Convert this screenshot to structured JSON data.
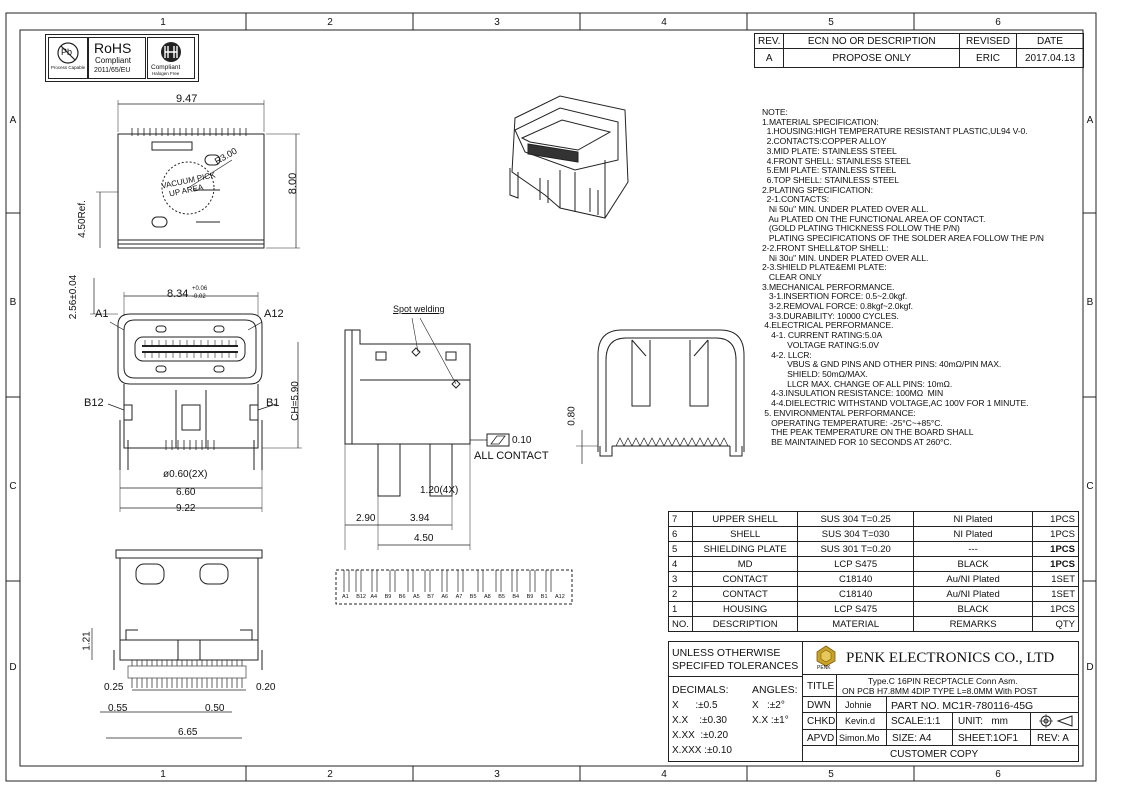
{
  "frame": {
    "columns": [
      "1",
      "2",
      "3",
      "4",
      "5",
      "6"
    ],
    "rows": [
      "A",
      "B",
      "C",
      "D"
    ]
  },
  "badges": {
    "pb": "Pb",
    "pb_caption": "Process Capable",
    "rohs_title": "RoHS",
    "rohs_line2": "Compliant",
    "rohs_line3": "2011/65/EU",
    "halogen_line1": "Compliant",
    "halogen_line2": "Halogen Free"
  },
  "revision_table": {
    "headers": [
      "REV.",
      "ECN NO OR DESCRIPTION",
      "REVISED",
      "DATE"
    ],
    "row": [
      "A",
      "PROPOSE ONLY",
      "ERIC",
      "2017.04.13"
    ]
  },
  "notes": [
    "NOTE:",
    "1.MATERIAL SPECIFICATION:",
    "  1.HOUSING:HIGH TEMPERATURE RESISTANT PLASTIC,UL94 V-0.",
    "  2.CONTACTS:COPPER ALLOY",
    "  3.MID PLATE: STAINLESS STEEL",
    "  4.FRONT SHELL: STAINLESS STEEL",
    "  5.EMI PLATE: STAINLESS STEEL",
    "  6.TOP SHELL: STAINLESS STEEL",
    "2.PLATING SPECIFICATION:",
    "  2-1.CONTACTS:",
    "   Ni 50u\" MIN. UNDER PLATED OVER ALL.",
    "   Au PLATED ON THE FUNCTIONAL AREA OF CONTACT.",
    "   (GOLD PLATING THICKNESS FOLLOW THE P/N)",
    "   PLATING SPECIFICATIONS OF THE SOLDER AREA FOLLOW THE P/N",
    "2-2.FRONT SHELL&TOP SHELL:",
    "   Ni 30u\" MIN. UNDER PLATED OVER ALL.",
    "2-3.SHIELD PLATE&EMI PLATE:",
    "   CLEAR ONLY",
    "3.MECHANICAL PERFORMANCE.",
    "   3-1.INSERTION FORCE: 0.5~2.0kgf.",
    "   3-2.REMOVAL FORCE: 0.8kgf~2.0kgf.",
    "   3-3.DURABILITY: 10000 CYCLES.",
    " 4.ELECTRICAL PERFORMANCE.",
    "    4-1. CURRENT RATING:5.0A",
    "           VOLTAGE RATING:5.0V",
    "    4-2. LLCR:",
    "           VBUS & GND PINS AND OTHER PINS: 40mΩ/PIN MAX.",
    "           SHIELD: 50mΩ/MAX.",
    "           LLCR MAX. CHANGE OF ALL PINS: 10mΩ.",
    "    4-3.INSULATION RESISTANCE: 100MΩ  MIN",
    "    4-4.DIELECTRIC WITHSTAND VOLTAGE,AC 100V FOR 1 MINUTE.",
    " 5. ENVIRONMENTAL PERFORMANCE:",
    "    OPERATING TEMPERATURE: -25°C~+85°C.",
    "    THE PEAK TEMPERATURE ON THE BOARD SHALL",
    "    BE MAINTAINED FOR 10 SECONDS AT 260°C."
  ],
  "bom": {
    "rows": [
      [
        "7",
        "UPPER SHELL",
        "SUS 304  T=0.25",
        "NI Plated",
        "1PCS"
      ],
      [
        "6",
        "SHELL",
        "SUS 304  T=030",
        "NI Plated",
        "1PCS"
      ],
      [
        "5",
        "SHIELDING PLATE",
        "SUS 301  T=0.20",
        "---",
        "1PCS"
      ],
      [
        "4",
        "MD",
        "LCP S475",
        "BLACK",
        "1PCS"
      ],
      [
        "3",
        "CONTACT",
        "C18140",
        "Au/NI Plated",
        "1SET"
      ],
      [
        "2",
        "CONTACT",
        "C18140",
        "Au/NI Plated",
        "1SET"
      ],
      [
        "1",
        "HOUSING",
        "LCP S475",
        "BLACK",
        "1PCS"
      ]
    ],
    "header": [
      "NO.",
      "DESCRIPTION",
      "MATERIAL",
      "REMARKS",
      "QTY"
    ]
  },
  "title_block": {
    "tolerance_heading_1": "UNLESS OTHERWISE",
    "tolerance_heading_2": "SPECIFED TOLERANCES",
    "decimals_label": "DECIMALS:",
    "angles_label": "ANGLES:",
    "tol_x": "X      :±0.5",
    "tol_xx": "X.X    :±0.30",
    "tol_xxx": "X.XX  :±0.20",
    "tol_xxxx": "X.XXX :±0.10",
    "ang_x": "X   :±2°",
    "ang_xx": "X.X :±1°",
    "company": "PENK ELECTRONICS CO., LTD",
    "logo_text": "PENK",
    "title_label": "TITLE",
    "title_line1": "Type.C  16PIN  RECPTACLE  Conn  Asm.",
    "title_line2": "ON  PCB  H7.8MM  4DIP  TYPE  L=8.0MM  With  POST",
    "dwn_label": "DWN",
    "dwn_name": "Johnie",
    "part_no": "PART NO. MC1R-780116-45G",
    "chkd_label": "CHKD",
    "chkd_name": "Kevin.d",
    "scale": "SCALE:1:1",
    "unit": "UNIT:   mm",
    "apvd_label": "APVD",
    "apvd_name": "Simon.Mo",
    "size": "SIZE: A4",
    "sheet": "SHEET:1OF1",
    "rev": "REV: A",
    "customer_copy": "CUSTOMER  COPY"
  },
  "dimensions": {
    "top_width": "9.47",
    "top_height": "8.00",
    "ref": "4.50Ref.",
    "radius": "R3.00",
    "vacuum": "VACUUM PICK",
    "area": "UP AREA",
    "front_width": "8.34",
    "front_width_tol_plus": "+0.06",
    "front_width_tol_minus": "-0.02",
    "front_top": "2.56±0.04",
    "a1": "A1",
    "a12": "A12",
    "b12": "B12",
    "b1": "B1",
    "ch": "CH=5.90",
    "hole": "ø0.60(2X)",
    "w660": "6.60",
    "w922": "9.22",
    "spot": "Spot  welding",
    "flat_val": "0.10",
    "all_contact": "ALL  CONTACT",
    "pin_w": "1.20(4X)",
    "d290": "2.90",
    "d394": "3.94",
    "d450": "4.50",
    "d080": "0.80",
    "d121": "1.21",
    "d025": "0.25",
    "d055": "0.55",
    "d050": "0.50",
    "d020": "0.20",
    "d665": "6.65",
    "pin_labels": [
      "A1",
      "B12",
      "A4",
      "B9",
      "B6",
      "A5",
      "B7",
      "A6",
      "A7",
      "B5",
      "A8",
      "B5",
      "B4",
      "B9",
      "B1",
      "A12"
    ]
  }
}
